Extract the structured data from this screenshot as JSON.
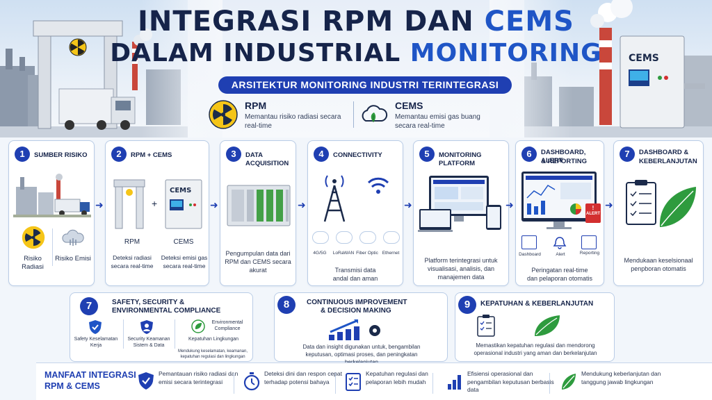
{
  "header": {
    "title_line1_prefix": "INTEGRASI RPM DAN ",
    "title_line1_highlight": "CEMS",
    "title_line2_prefix": "DALAM ",
    "title_line2_mid": "INDUSTRIAL ",
    "title_line2_highlight": "MONITORING",
    "subtitle": "ARSITEKTUR MONITORING INDUSTRI TERINTEGRASI"
  },
  "intro": {
    "rpm": {
      "name": "RPM",
      "desc": "Memantau risiko radiasi secara real-time",
      "icon": "radiation-icon"
    },
    "cems": {
      "name": "CEMS",
      "desc": "Memantau emisi gas buang secara real-time",
      "icon": "cloud-leaf-icon"
    }
  },
  "scene": {
    "cems_cabinet_label": "CEMS"
  },
  "steps": [
    {
      "num": "1",
      "title": "SUMBER RISIKO",
      "items": [
        {
          "label": "Risiko Radiasi",
          "icon": "radiation-icon"
        },
        {
          "label": "Risiko Emisi",
          "icon": "emission-cloud-icon"
        }
      ]
    },
    {
      "num": "2",
      "title": "RPM + CEMS",
      "plus": "+",
      "cems_label": "CEMS",
      "items": [
        {
          "name": "RPM",
          "desc": "Deteksi radiasi secara real-time"
        },
        {
          "name": "CEMS",
          "desc": "Deteksi emisi gas secara real-time"
        }
      ]
    },
    {
      "num": "3",
      "title": "DATA ACQUISITION",
      "desc": "Pengumpulan data dari RPM dan CEMS secara akurat"
    },
    {
      "num": "4",
      "title": "CONNECTIVITY",
      "desc": "Transmisi data andal dan aman",
      "techs": [
        "4G/5G",
        "LoRaWAN",
        "Fiber Optic",
        "Ethernet"
      ]
    },
    {
      "num": "5",
      "title": "MONITORING PLATFORM",
      "desc": "Platform terintegrasi untuk visualisasi, analisis, dan manajemen data"
    },
    {
      "num": "6",
      "title_line1": "DASHBOARD, ALERT",
      "title_line2": "& REPORTING",
      "desc": "Peringatan real-time dan pelaporan otomatis",
      "alert_label": "ALERT",
      "sub": [
        "Dashboard",
        "Alert",
        "Reporting"
      ]
    },
    {
      "num": "7",
      "title_line1": "DASHBOARD &",
      "title_line2": "KEBERLANJUTAN",
      "desc": "Mendukaan keselsionaal penpboran otomatis"
    }
  ],
  "lower": {
    "safety": {
      "num": "7",
      "title_line1": "SAFETY, SECURITY &",
      "title_line2": "ENVIRONMENTAL COMPLIANCE",
      "items": [
        {
          "icon": "shield-check-icon",
          "label": "Safety Keselamatan Kerja"
        },
        {
          "icon": "security-shield-icon",
          "label": "Security Keamanan Sistem & Data"
        },
        {
          "icon": "eco-compliance-icon",
          "label_top": "Environmental Compliance",
          "label": "Kepatuhan Lingkungan"
        }
      ],
      "note": "Mendukung keselamatan, keamanan, kepatuhan regulasi dan lingkungan"
    },
    "ci": {
      "num": "8",
      "title_line1": "CONTINUOUS IMPROVEMENT",
      "title_line2": "& DECISION MAKING",
      "desc": "Data dan insight digunakan untuk, bengambilan keputusan, optimasi proses, dan peningkatan berkelanjutan"
    },
    "compliance": {
      "num": "9",
      "title": "KEPATUHAN & KEBERLANJUTAN",
      "desc": "Memastikan kepatuhan regulasi dan mendorong operasional industri yang aman dan berkelanjutan"
    }
  },
  "benefits": {
    "title_line1": "MANFAAT INTEGRASI",
    "title_line2": "RPM & CEMS",
    "items": [
      {
        "icon": "shield-check-icon",
        "text": "Pemantauan risiko radiasi dan emisi secara terintegrasi"
      },
      {
        "icon": "stopwatch-icon",
        "text": "Deteksi dini dan respon cepat terhadap potensi bahaya"
      },
      {
        "icon": "checklist-icon",
        "text": "Kepatuhan regulasi dan pelaporan lebih mudah"
      },
      {
        "icon": "bar-chart-icon",
        "text": "Efisiensi operasional dan pengambilan keputusan berbasis data"
      },
      {
        "icon": "leaf-icon",
        "text": "Mendukung keberlanjutan dan tanggung jawab lingkungan"
      }
    ]
  },
  "colors": {
    "primary": "#1f3fb2",
    "accent_blue": "#1f55c6",
    "title_dark": "#16244a",
    "radiation_yellow": "#f5c518",
    "leaf_green": "#2e9b3e",
    "alert_red": "#d32f2f"
  }
}
